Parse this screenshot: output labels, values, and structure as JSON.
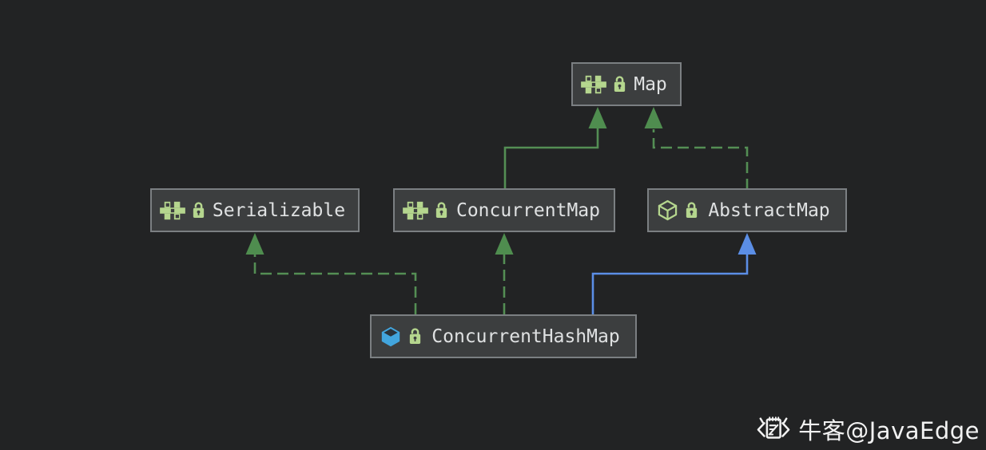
{
  "diagram": {
    "type": "uml-class-diagram",
    "background_color": "#222324",
    "node_fill": "#3c3e3f",
    "node_border": "#7b7f82",
    "label_color": "#dfe1e2",
    "icon_green": "#b5d68e",
    "class_blue": "#42a5dd",
    "edge_green": "#548e54",
    "edge_blue": "#5b8ee6",
    "nodes": [
      {
        "id": "map",
        "label": "Map",
        "kind": "interface",
        "type_icon": "interface-icon",
        "modifier_icon": "open-lock-icon"
      },
      {
        "id": "serializable",
        "label": "Serializable",
        "kind": "interface",
        "type_icon": "interface-icon",
        "modifier_icon": "open-lock-icon"
      },
      {
        "id": "concurrentmap",
        "label": "ConcurrentMap",
        "kind": "interface",
        "type_icon": "interface-icon",
        "modifier_icon": "open-lock-icon"
      },
      {
        "id": "abstractmap",
        "label": "AbstractMap",
        "kind": "abstract-class",
        "type_icon": "abstract-class-cube-icon",
        "modifier_icon": "open-lock-icon"
      },
      {
        "id": "concurrenthashmap",
        "label": "ConcurrentHashMap",
        "kind": "class",
        "type_icon": "class-cube-icon",
        "modifier_icon": "open-lock-icon"
      }
    ],
    "edges": [
      {
        "from": "ConcurrentMap",
        "to": "Map",
        "relation": "extends",
        "line": "solid",
        "color": "#548e54"
      },
      {
        "from": "AbstractMap",
        "to": "Map",
        "relation": "implements",
        "line": "dashed",
        "color": "#548e54"
      },
      {
        "from": "ConcurrentHashMap",
        "to": "Serializable",
        "relation": "implements",
        "line": "dashed",
        "color": "#548e54"
      },
      {
        "from": "ConcurrentHashMap",
        "to": "ConcurrentMap",
        "relation": "implements",
        "line": "dashed",
        "color": "#548e54"
      },
      {
        "from": "ConcurrentHashMap",
        "to": "AbstractMap",
        "relation": "extends",
        "line": "solid",
        "color": "#5b8ee6"
      }
    ]
  },
  "watermark": {
    "icon": "nowcoder-logo-icon",
    "text": "牛客@JavaEdge"
  }
}
